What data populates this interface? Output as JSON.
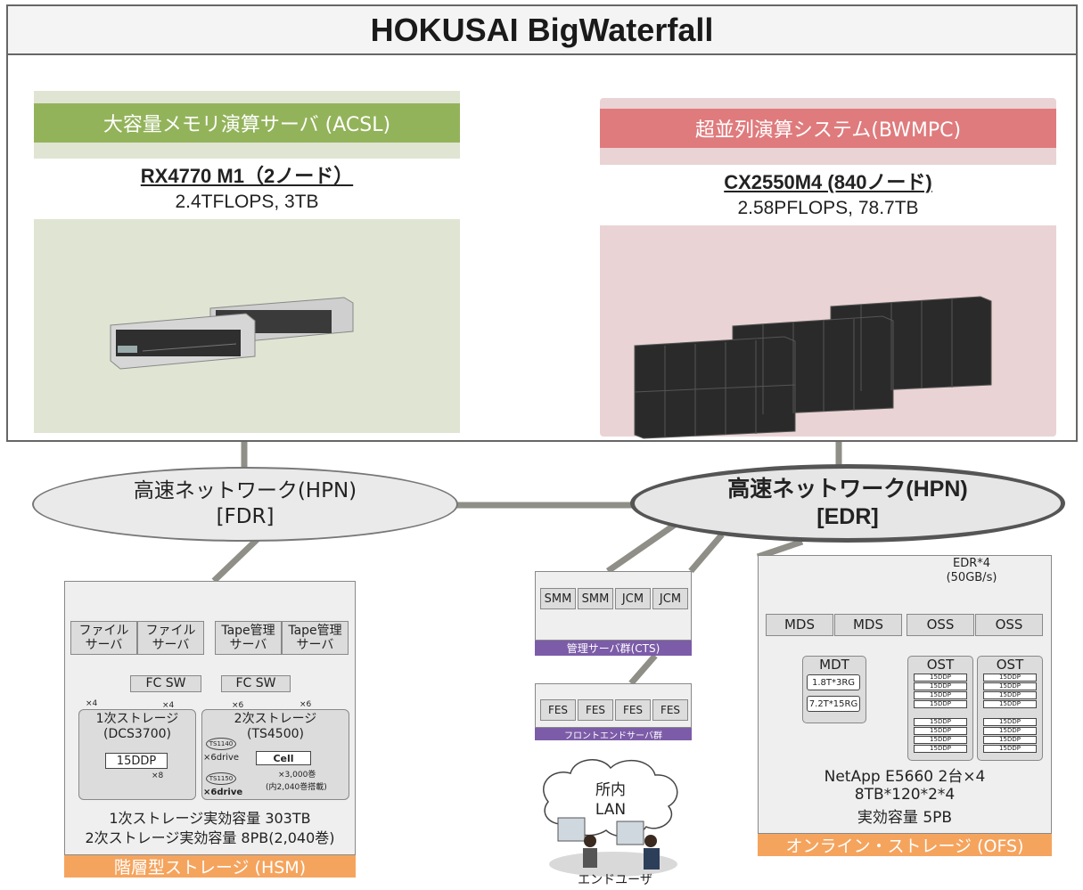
{
  "title": "HOKUSAI BigWaterfall",
  "acsl": {
    "header": "大容量メモリ演算サーバ (ACSL)",
    "model": "RX4770 M1（2ノード）",
    "spec": "2.4TFLOPS, 3TB"
  },
  "bwmpc": {
    "header": "超並列演算システム(BWMPC)",
    "model": "CX2550M4 (840ノード)",
    "spec": "2.58PFLOPS, 78.7TB"
  },
  "hpn_fdr": {
    "line1": "高速ネットワーク(HPN)",
    "line2": "[FDR]"
  },
  "hpn_edr": {
    "line1": "高速ネットワーク(HPN)",
    "line2": "[EDR]"
  },
  "hsm": {
    "servers": [
      "ファイル\nサーバ",
      "ファイル\nサーバ",
      "Tape管理\nサーバ",
      "Tape管理\nサーバ"
    ],
    "fc_sw": [
      "FC SW",
      "FC SW"
    ],
    "mult": [
      "×4",
      "×4",
      "×6",
      "×6"
    ],
    "primary": {
      "title": "1次ストレージ\n(DCS3700)",
      "unit": "15DDP",
      "count": "×8"
    },
    "secondary": {
      "title": "2次ストレージ\n(TS4500)",
      "drive1": "TS1140",
      "drive1_count": "×6drive",
      "drive2": "TS1150",
      "drive2_count": "×6drive",
      "cell": "Cell",
      "cell_count": "×3,000巻",
      "cell_note": "(内2,040巻搭載)"
    },
    "cap1": "1次ストレージ実効容量 303TB",
    "cap2": "2次ストレージ実効容量 8PB(2,040巻)",
    "label": "階層型ストレージ (HSM)"
  },
  "cts": {
    "nodes": [
      "SMM",
      "SMM",
      "JCM",
      "JCM"
    ],
    "label": "管理サーバ群(CTS)"
  },
  "fes": {
    "nodes": [
      "FES",
      "FES",
      "FES",
      "FES"
    ],
    "label": "フロントエンドサーバ群"
  },
  "lan": {
    "cloud": "所内\nLAN",
    "user": "エンドユーザ"
  },
  "ofs": {
    "edr": "EDR*4\n(50GB/s)",
    "mds": [
      "MDS",
      "MDS"
    ],
    "oss": [
      "OSS",
      "OSS"
    ],
    "mdt": {
      "title": "MDT",
      "d1": "1.8T*3RG",
      "d2": "7.2T*15RG"
    },
    "ost": [
      "OST",
      "OST"
    ],
    "ddp": "15DDP",
    "desc1": "NetApp E5660 2台×4",
    "desc2": "8TB*120*2*4",
    "desc3": "実効容量 5PB",
    "label": "オンライン・ストレージ (OFS)"
  }
}
